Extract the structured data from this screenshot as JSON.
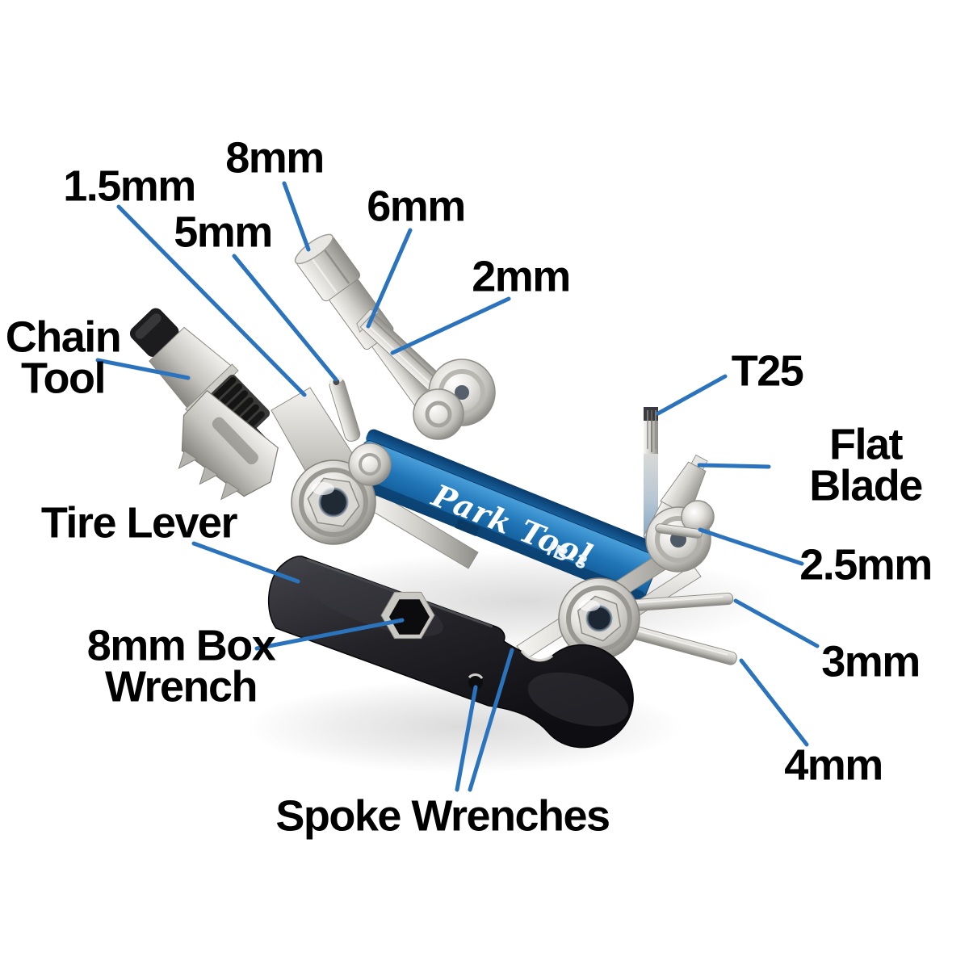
{
  "figure": {
    "type": "labeled-product-diagram",
    "subject": "Park Tool IB-3 I-Beam mini folding multi-tool with tire lever",
    "brand": "Park Tool",
    "model": "IB-3",
    "colors": {
      "background": "#ffffff",
      "label_text": "#000000",
      "leader_line": "#2b74bd",
      "body_blue": "#2176b8",
      "metal_silver": "#c9c7c2",
      "lever_black": "#1d1d21"
    }
  },
  "labels": {
    "hex8": "8mm",
    "hex1p5": "1.5mm",
    "hex5": "5mm",
    "hex6": "6mm",
    "hex2": "2mm",
    "chain_tool": "Chain\nTool",
    "t25": "T25",
    "flat_blade": "Flat Blade",
    "hex2p5": "2.5mm",
    "hex3": "3mm",
    "hex4": "4mm",
    "tire_lever": "Tire Lever",
    "box_wrench": "8mm Box\nWrench",
    "spoke_wrenches": "Spoke Wrenches"
  }
}
